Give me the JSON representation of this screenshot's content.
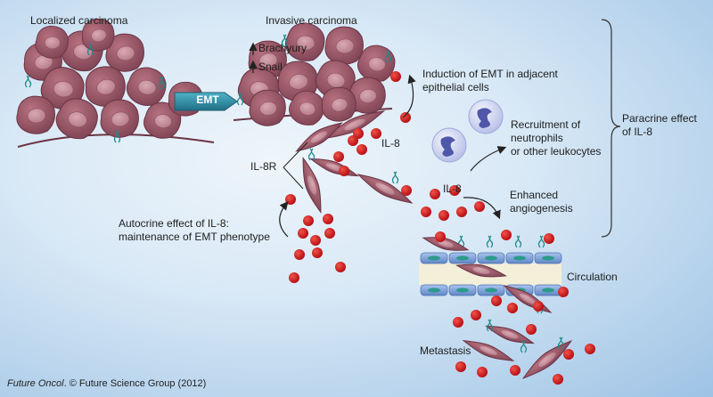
{
  "labels": {
    "localized": "Localized carcinoma",
    "invasive": "Invasive carcinoma",
    "brachyury": "Brachyury",
    "snail": "Snail",
    "emt": "EMT",
    "induction_line1": "Induction of EMT in adjacent",
    "induction_line2": "epithelial cells",
    "il8_a": "IL-8",
    "il8r": "IL-8R",
    "recruit_line1": "Recruitment of",
    "recruit_line2": "neutrophils",
    "recruit_line3": "or other leukocytes",
    "il8_b": "IL-8",
    "angio_line1": "Enhanced",
    "angio_line2": "angiogenesis",
    "paracrine_line1": "Paracrine effect",
    "paracrine_line2": "of IL-8",
    "autocrine_line1": "Autocrine effect of IL-8:",
    "autocrine_line2": "maintenance of EMT phenotype",
    "circulation": "Circulation",
    "metastasis": "Metastasis"
  },
  "credit": {
    "journal": "Future Oncol",
    "rest": ". © Future Science Group (2012)"
  },
  "colors": {
    "cell_fill": "#9a5a6a",
    "cell_nucleus": "#c38c98",
    "il8_dot": "#d11f1f",
    "emt_arrow": "#2f8fa5",
    "receptor": "#1f8a8a",
    "vessel": "#7a9fd4"
  }
}
